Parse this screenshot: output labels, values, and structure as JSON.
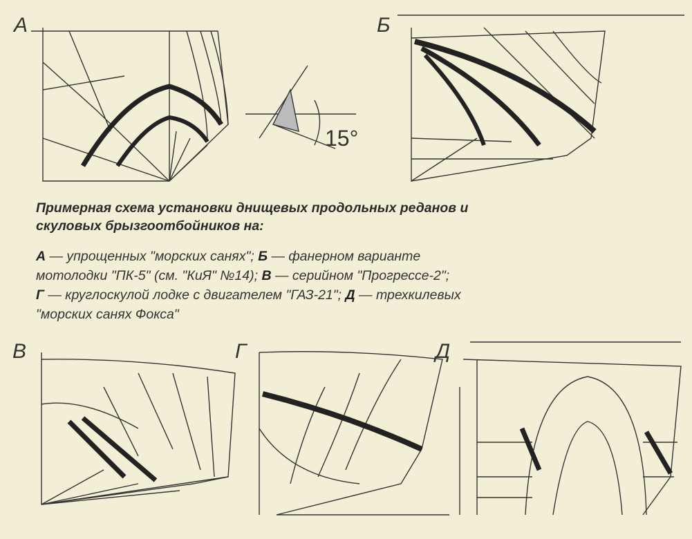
{
  "panels": {
    "a": "А",
    "b": "Б",
    "v": "В",
    "g": "Г",
    "d": "Д"
  },
  "angle_label": "15°",
  "caption": {
    "title_line1": "Примерная схема установки днищевых продольных реданов и",
    "title_line2": "скуловых брызгоотбойников на:",
    "l1_a": "А",
    "l1_a_text": " — упрощенных \"морских санях\"; ",
    "l1_b": "Б",
    "l1_b_text": " — фанерном варианте",
    "l2_text": "мотолодки \"ПК-5\" (см. \"КиЯ\" №14); ",
    "l2_v": "В",
    "l2_v_text": " — серийном \"Прогрессе-2\";",
    "l3_g": "Г",
    "l3_g_text": " — круглоскулой лодке с двигателем \"ГАЗ-21\"; ",
    "l3_d": "Д",
    "l3_d_text": " — трехкилевых",
    "l4_text": "\"морских санях Фокса\""
  }
}
